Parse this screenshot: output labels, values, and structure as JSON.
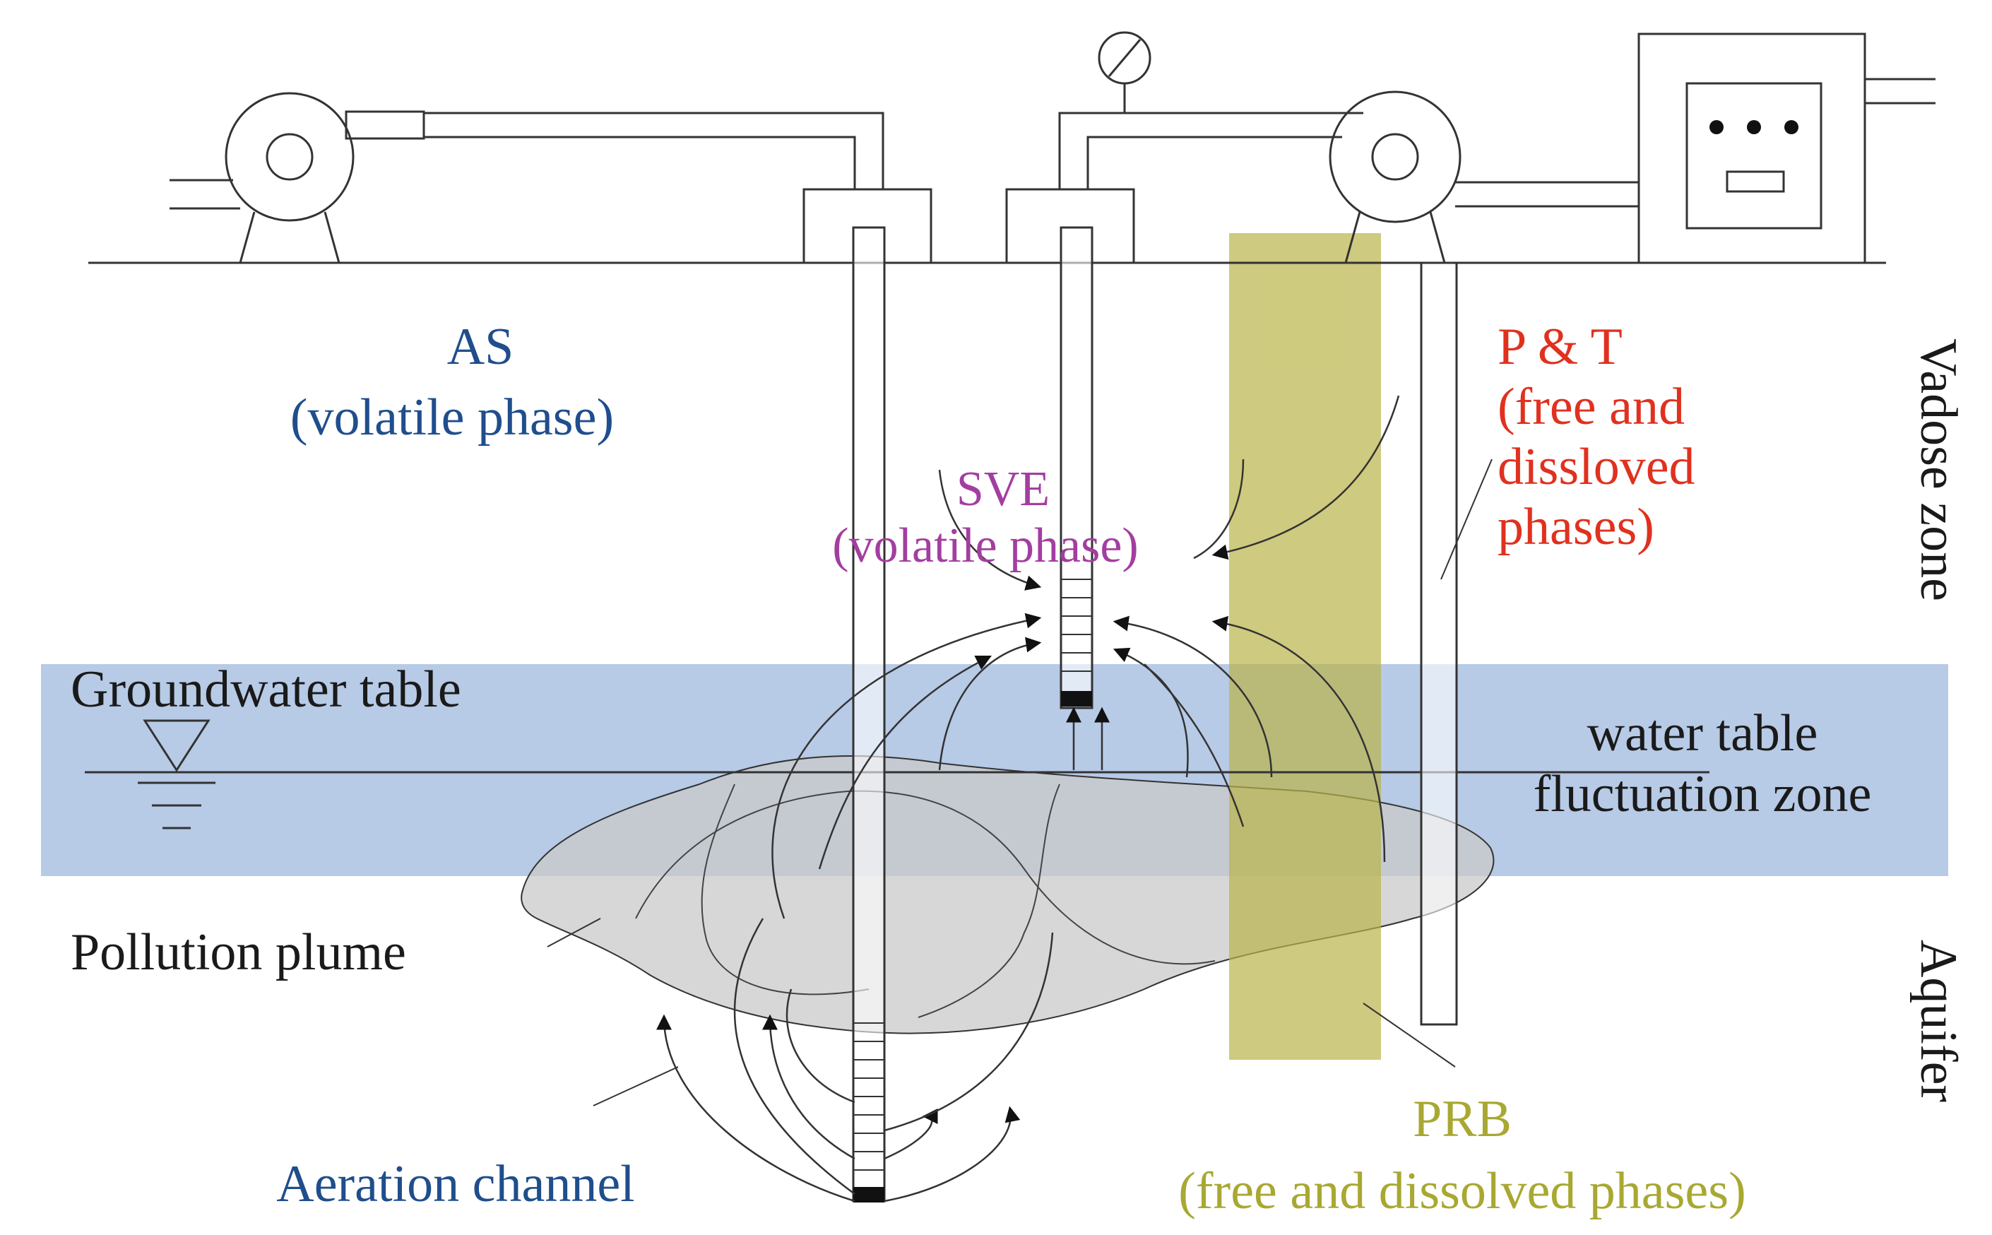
{
  "labels": {
    "as_title": "AS",
    "as_sub": "(volatile phase)",
    "sve_title": "SVE",
    "sve_sub": "(volatile phase)",
    "pt_title": "P & T",
    "pt_line1": "(free and",
    "pt_line2": "dissloved",
    "pt_line3": "phases)",
    "vadose": "Vadose zone",
    "groundwater": "Groundwater table",
    "fluct_line1": "water table",
    "fluct_line2": "fluctuation zone",
    "plume": "Pollution plume",
    "aquifer": "Aquifer",
    "aeration": "Aeration channel",
    "prb_title": "PRB",
    "prb_sub": "(free and dissolved phases)"
  },
  "colors": {
    "as_text": "#1f4e8c",
    "sve_text": "#a33ea1",
    "pt_text": "#e0311f",
    "prb_text": "#a8a832",
    "black_text": "#1a1a1a",
    "fluct_band": "#7b9fd1",
    "prb_band": "#b9b448",
    "plume_fill": "#c9c9c9",
    "line": "#333333"
  }
}
